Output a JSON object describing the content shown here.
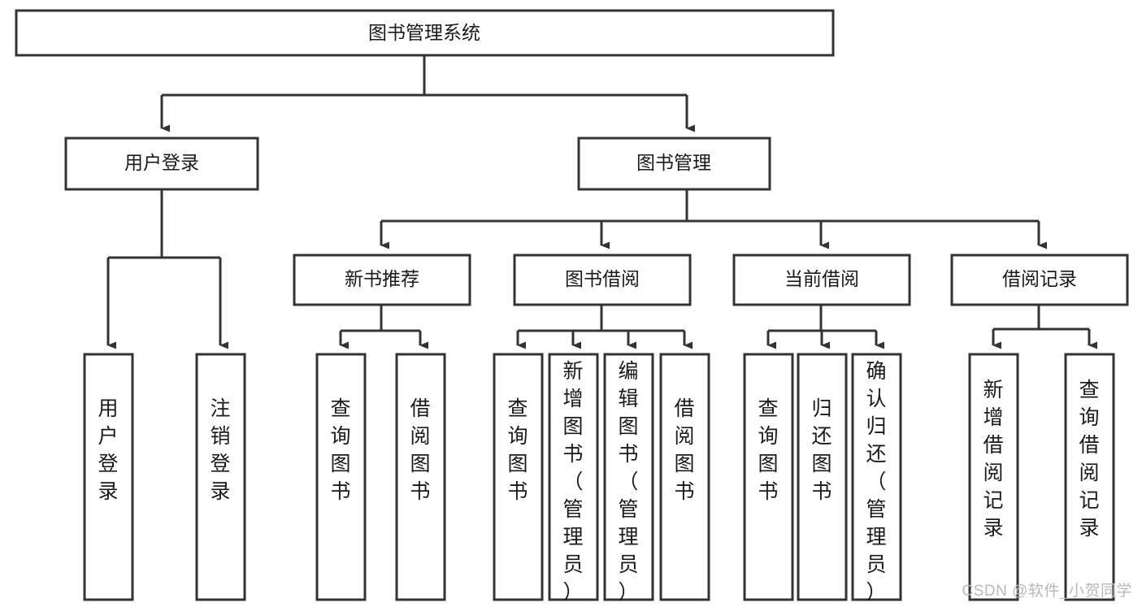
{
  "diagram": {
    "type": "tree-hierarchy",
    "title": "图书管理系统",
    "watermark": "CSDN @软件_小贺同学",
    "colors": {
      "stroke": "#333333",
      "fill": "#ffffff",
      "text": "#1a1a1a",
      "watermark": "#b9b9b9"
    },
    "levels": {
      "root": {
        "label": "图书管理系统"
      },
      "level2": [
        {
          "id": "user-login",
          "label": "用户登录"
        },
        {
          "id": "book-management",
          "label": "图书管理"
        }
      ],
      "level3": [
        {
          "id": "new-book-recommend",
          "label": "新书推荐",
          "parent": "book-management"
        },
        {
          "id": "book-borrow",
          "label": "图书借阅",
          "parent": "book-management"
        },
        {
          "id": "current-borrow",
          "label": "当前借阅",
          "parent": "book-management"
        },
        {
          "id": "borrow-record",
          "label": "借阅记录",
          "parent": "book-management"
        }
      ],
      "leaves": {
        "user-login": [
          {
            "id": "leaf-user-login",
            "label": "用户登录"
          },
          {
            "id": "leaf-logout-login",
            "label": "注销登录"
          }
        ],
        "new-book-recommend": [
          {
            "id": "leaf-query-book-1",
            "label": "查询图书"
          },
          {
            "id": "leaf-borrow-book-1",
            "label": "借阅图书"
          }
        ],
        "book-borrow": [
          {
            "id": "leaf-query-book-2",
            "label": "查询图书"
          },
          {
            "id": "leaf-add-book",
            "label": "新增图书（管理员）"
          },
          {
            "id": "leaf-edit-book",
            "label": "编辑图书（管理员）"
          },
          {
            "id": "leaf-borrow-book-2",
            "label": "借阅图书"
          }
        ],
        "current-borrow": [
          {
            "id": "leaf-query-book-3",
            "label": "查询图书"
          },
          {
            "id": "leaf-return-book",
            "label": "归还图书"
          },
          {
            "id": "leaf-confirm-return",
            "label": "确认归还（管理员）"
          }
        ],
        "borrow-record": [
          {
            "id": "leaf-add-record",
            "label": "新增借阅记录"
          },
          {
            "id": "leaf-query-record",
            "label": "查询借阅记录"
          }
        ]
      }
    }
  }
}
